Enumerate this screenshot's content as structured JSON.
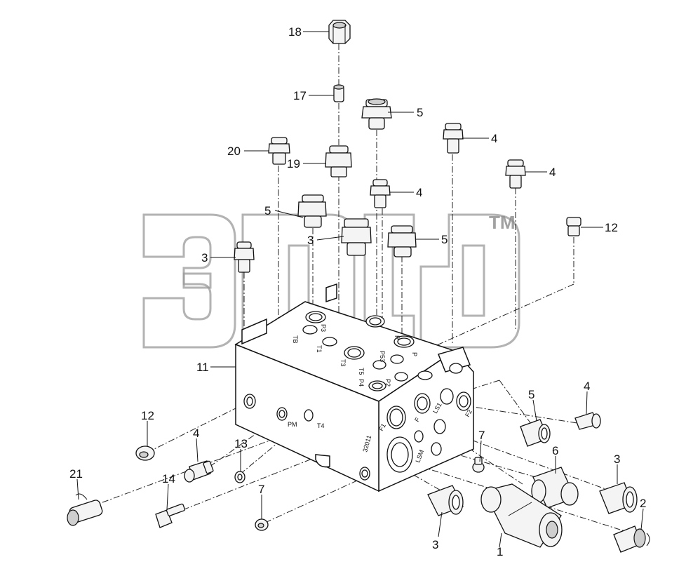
{
  "callouts": {
    "c18": "18",
    "c17": "17",
    "c5_top": "5",
    "c4_top": "4",
    "c20": "20",
    "c19": "19",
    "c4_right": "4",
    "c4_mid": "4",
    "c5_left": "5",
    "c12_right": "12",
    "c3_left": "3",
    "c3_mid": "3",
    "c5_mid": "5",
    "c11": "11",
    "c12_left": "12",
    "c4_lower": "4",
    "c13": "13",
    "c21": "21",
    "c14": "14",
    "c7_left": "7",
    "c5_lower_right": "5",
    "c4_lower_right": "4",
    "c7_right": "7",
    "c6": "6",
    "c3_right": "3",
    "c2": "2",
    "c3_bottom": "3",
    "c1": "1"
  },
  "port_labels": {
    "p3": "P3",
    "r": "R",
    "tb": "TB",
    "t1": "T1",
    "t3": "T3",
    "p53": "P53",
    "p": "P",
    "t5": "T5",
    "p2": "P2",
    "p4": "P4",
    "pm": "PM",
    "t4": "T4",
    "f1": "F1",
    "f": "F",
    "ls1": "LS1",
    "f2": "F2",
    "lsm": "LSM",
    "serial": "32011"
  },
  "watermark": {
    "tm": "TM"
  }
}
